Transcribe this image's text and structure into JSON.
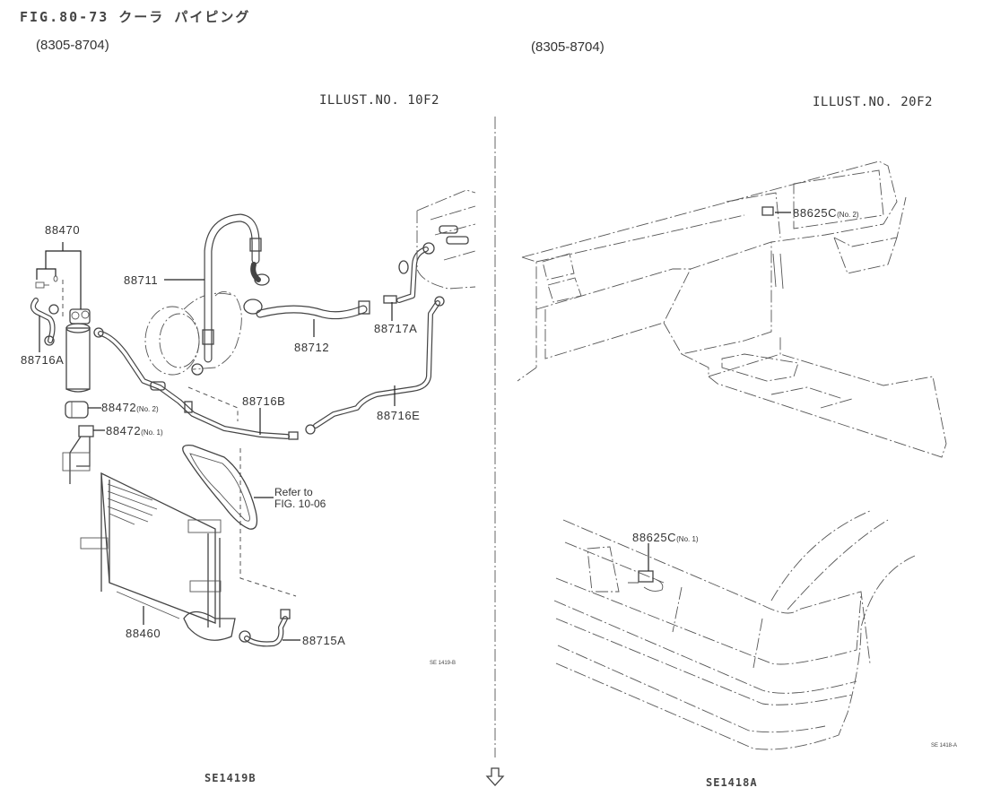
{
  "header": {
    "figure_title": "FIG.80-73 クーラ パイピング",
    "left_range": "(8305-8704)",
    "right_range": "(8305-8704)"
  },
  "left_panel": {
    "illust_no": "ILLUST.NO. 10F2",
    "callouts": [
      {
        "part": "88470",
        "note": ""
      },
      {
        "part": "88711",
        "note": ""
      },
      {
        "part": "88716A",
        "note": ""
      },
      {
        "part": "88712",
        "note": ""
      },
      {
        "part": "88717A",
        "note": ""
      },
      {
        "part": "88716B",
        "note": ""
      },
      {
        "part": "88716E",
        "note": ""
      },
      {
        "part": "88472",
        "note": "(No. 2)"
      },
      {
        "part": "88472",
        "note": "(No. 1)"
      },
      {
        "part": "88460",
        "note": ""
      },
      {
        "part": "88715A",
        "note": ""
      }
    ],
    "refer_line1": "Refer to",
    "refer_line2": "FIG. 10-06",
    "drawing_ref": "SE 1419-B",
    "code": "SE1419B"
  },
  "right_panel": {
    "illust_no": "ILLUST.NO. 20F2",
    "callouts": [
      {
        "part": "88625C",
        "note": "(No. 2)"
      },
      {
        "part": "88625C",
        "note": "(No. 1)"
      }
    ],
    "drawing_ref": "SE 1418-A",
    "code": "SE1418A"
  },
  "navigation": {
    "next_icon": "down-arrow-outline-icon"
  }
}
